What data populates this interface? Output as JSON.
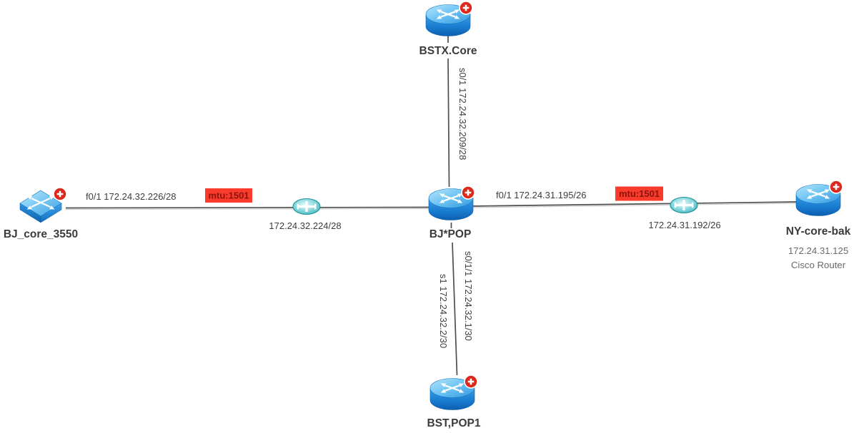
{
  "devices": {
    "bstx_core": {
      "label": "BSTX.Core"
    },
    "bj_core_3550": {
      "label": "BJ_core_3550"
    },
    "bj_pop": {
      "label": "BJ*POP"
    },
    "ny_core_bak": {
      "label": "NY-core-bak",
      "ip": "172.24.31.125",
      "device_type": "Cisco Router"
    },
    "bst_pop1": {
      "label": "BST,POP1"
    }
  },
  "links": {
    "left": {
      "interface_label": "f0/1 172.24.32.226/28",
      "mtu_label": "mtu:1501",
      "segment_label": "172.24.32.224/28"
    },
    "right": {
      "interface_label": "f0/1 172.24.31.195/26",
      "mtu_label": "mtu:1501",
      "segment_label": "172.24.31.192/26"
    },
    "top": {
      "interface_label": "s0/1 172.24.32.209/28"
    },
    "bottom": {
      "right_interface_label": "s0/1/1 172.24.32.1/30",
      "left_interface_label": "s1 172.24.32.2/30"
    }
  },
  "icons": {
    "alert_plus_badge": "red-circle-white-plus",
    "network_segment": "teal-ellipse-ethernet-bus",
    "router": "cisco-router-blue-cylinder",
    "switch": "cisco-switch-blue-slab"
  },
  "colors": {
    "background": "#ffffff",
    "mtu_badge_bg": "#f93b2c",
    "mtu_badge_text": "#8a1410",
    "alert_badge": "#db291e",
    "router_blue": "#1e88d6",
    "segment_teal": "#35a9b2",
    "link_line": "#4f4f4f",
    "label_text": "#3b3b3b",
    "secondary_text": "#6a6a6a"
  }
}
